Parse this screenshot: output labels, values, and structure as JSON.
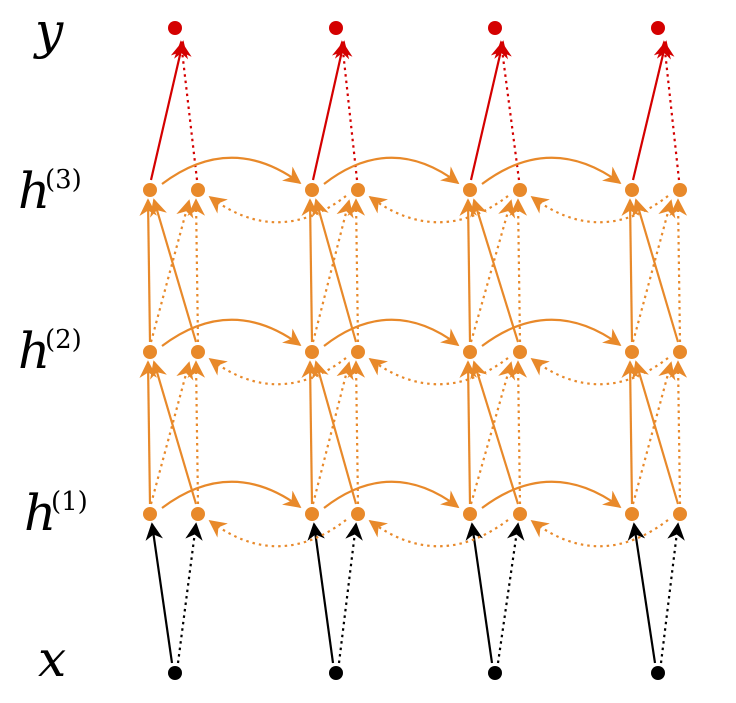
{
  "diagram": {
    "labels": {
      "y": "y",
      "h3_base": "h",
      "h3_sup": "(3)",
      "h2_base": "h",
      "h2_sup": "(2)",
      "h1_base": "h",
      "h1_sup": "(1)",
      "x": "x"
    },
    "timesteps": 4,
    "hidden_layers": 3,
    "colors": {
      "input": "#000000",
      "hidden": "#e8892a",
      "output": "#d40000"
    }
  }
}
